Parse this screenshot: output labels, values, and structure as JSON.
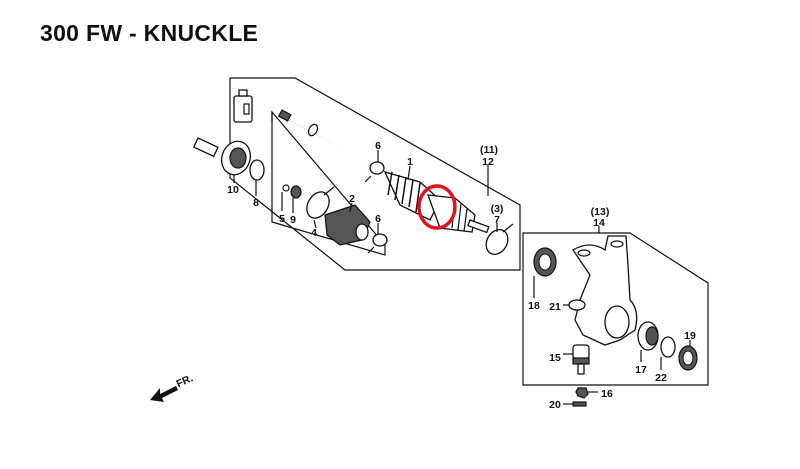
{
  "title": "300 FW - KNUCKLE",
  "direction_label": "FR.",
  "highlight_color": "#e0141e",
  "callouts": {
    "c1": "1",
    "c2": "2",
    "c3": "(3)",
    "c4": "4",
    "c5": "5",
    "c6a": "6",
    "c6b": "6",
    "c7": "7",
    "c8": "8",
    "c9": "9",
    "c10": "10",
    "c11": "(11)",
    "c12": "12",
    "c13": "(13)",
    "c14": "14",
    "c15": "15",
    "c16": "16",
    "c17": "17",
    "c18": "18",
    "c19": "19",
    "c20": "20",
    "c21": "21",
    "c22": "22"
  }
}
